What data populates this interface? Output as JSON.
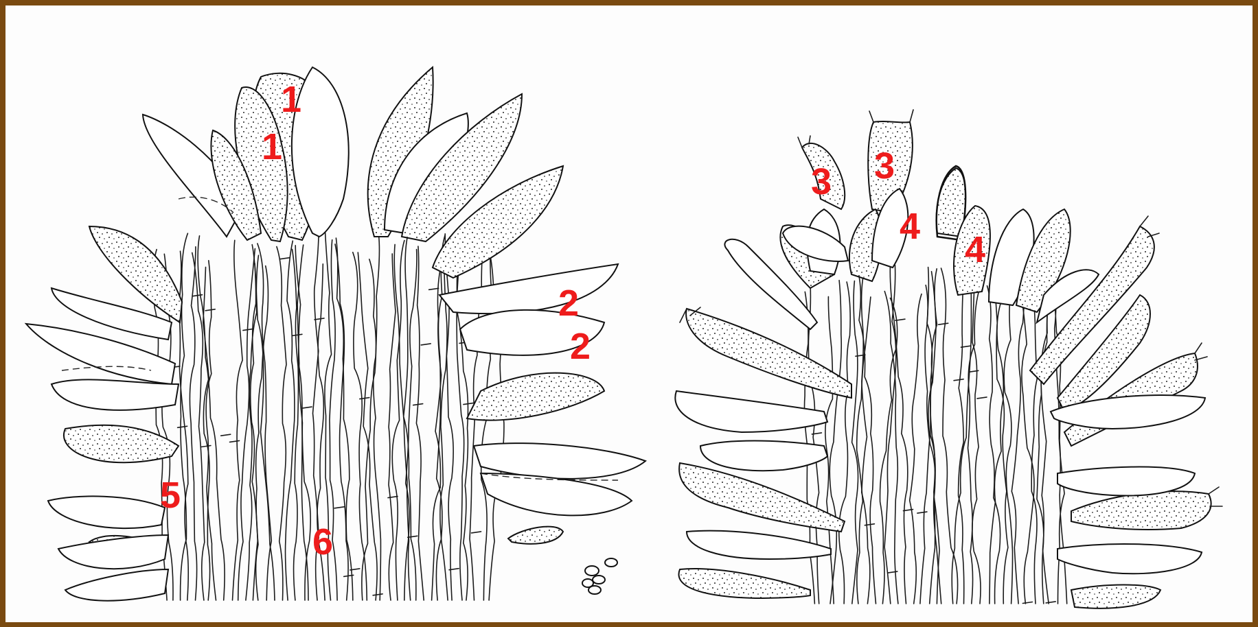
{
  "labels": {
    "cystidium_a1": "1",
    "cystidium_a2": "1",
    "cystidium_b1": "2",
    "cystidium_b2": "2",
    "basidium_1": "3",
    "basidium_2": "3",
    "basidiole_1": "4",
    "basidiole_2": "4",
    "hyphal_end": "5",
    "trama": "6"
  },
  "colors": {
    "frame": "#7a4a10",
    "label": "#ee1c1c",
    "ink": "#111111"
  }
}
